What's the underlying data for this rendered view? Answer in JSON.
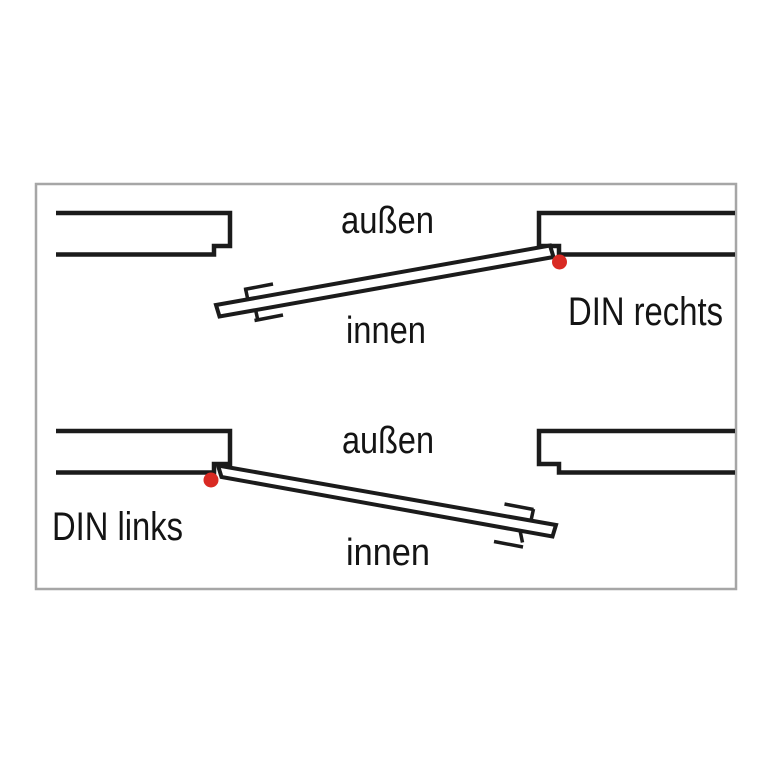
{
  "figure": {
    "description_role": "door-hinge-direction-diagram"
  },
  "colors": {
    "ink": "#1b1b1b",
    "hinge_dot": "#d92a23",
    "border_gray": "#a6a6a6",
    "background": "#ffffff"
  },
  "panels": [
    {
      "id": "din-rechts",
      "outside_label": "außen",
      "inside_label": "innen",
      "name_label": "DIN rechts",
      "hinge_side": "right"
    },
    {
      "id": "din-links",
      "outside_label": "außen",
      "inside_label": "innen",
      "name_label": "DIN links",
      "hinge_side": "left"
    }
  ]
}
